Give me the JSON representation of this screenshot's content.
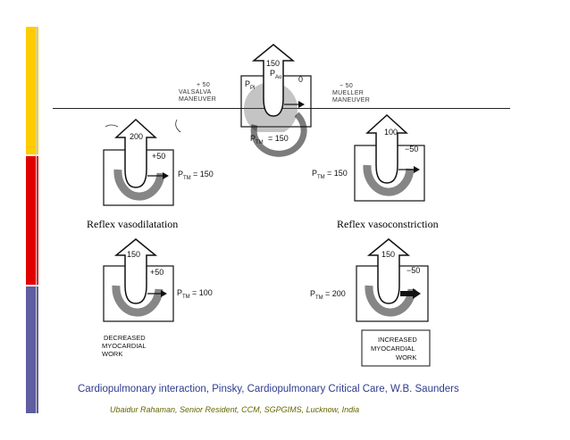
{
  "colors": {
    "bar_top": "#ffcc00",
    "bar_mid": "#e00000",
    "bar_bottom": "#5e5ea0",
    "caption": "#2f3b8f",
    "footer": "#666600"
  },
  "top": {
    "valsalva": {
      "value": "+ 50",
      "label1": "VALSALVA",
      "label2": "MANEUVER"
    },
    "mueller": {
      "value": "− 50",
      "label1": "MUELLER",
      "label2": "MANEUVER"
    },
    "center": {
      "arrow": "150",
      "ppl": "P",
      "ppl_sub": "Pl",
      "pao": "P",
      "pao_sub": "Ao",
      "zero": "0",
      "ptm": "P",
      "ptm_sub": "TM",
      "ptm_value": "= 150"
    }
  },
  "diagrams": {
    "upper_left": {
      "arrow": "200",
      "pressure": "+50",
      "ptm": "P",
      "ptm_sub": "TM",
      "ptm_value": "= 150"
    },
    "upper_right": {
      "arrow": "100",
      "pressure": "−50",
      "ptm": "P",
      "ptm_sub": "TM",
      "ptm_value": "= 150"
    },
    "lower_left": {
      "arrow": "150",
      "pressure": "+50",
      "ptm": "P",
      "ptm_sub": "TM",
      "ptm_value": "= 100",
      "work": [
        "DECREASED",
        "MYOCARDIAL",
        "WORK"
      ]
    },
    "lower_right": {
      "arrow": "150",
      "pressure": "−50",
      "ptm": "P",
      "ptm_sub": "TM",
      "ptm_value": "= 200",
      "work": [
        "INCREASED",
        "MYOCARDIAL",
        "WORK"
      ]
    }
  },
  "reflex_left": "Reflex vasodilatation",
  "reflex_right": "Reflex vasoconstriction",
  "caption": "Cardiopulmonary interaction, Pinsky, Cardiopulmonary Critical Care, W.B. Saunders",
  "footer": "Ubaidur Rahaman, Senior Resident, CCM, SGPGIMS, Lucknow, India"
}
